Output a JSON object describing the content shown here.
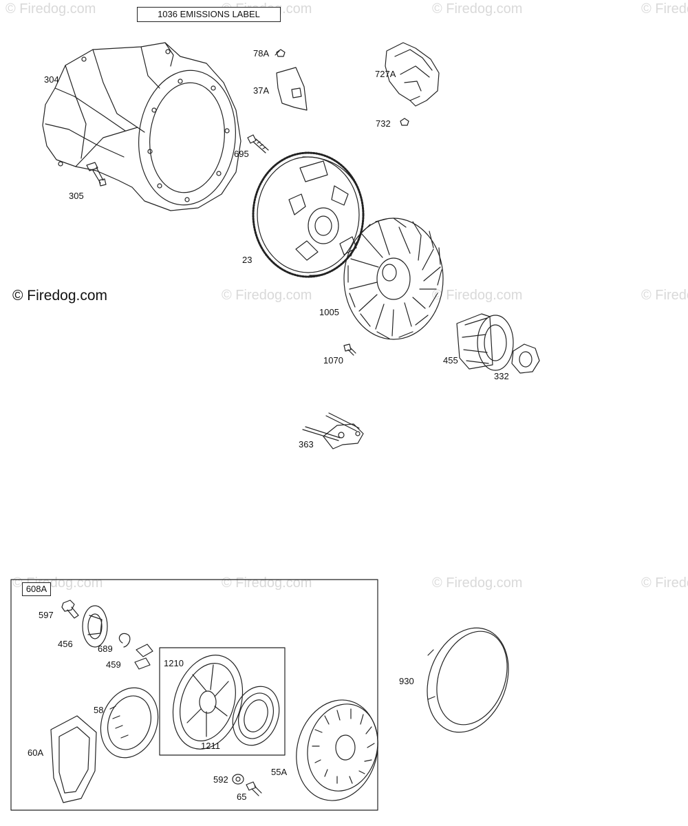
{
  "watermark": "© Firedog.com",
  "brand": "© Firedog.com",
  "emissions_label": "1036 EMISSIONS LABEL",
  "kit_label": "608A",
  "inner_kit_label": "1210",
  "parts": {
    "p304": "304",
    "p305": "305",
    "p78a": "78A",
    "p37a": "37A",
    "p727a": "727A",
    "p732": "732",
    "p695": "695",
    "p23": "23",
    "p1005": "1005",
    "p1070": "1070",
    "p455": "455",
    "p332": "332",
    "p363": "363",
    "p597": "597",
    "p456": "456",
    "p689": "689",
    "p459": "459",
    "p58": "58",
    "p60a": "60A",
    "p1211": "1211",
    "p592": "592",
    "p65": "65",
    "p55a": "55A",
    "p930": "930"
  }
}
